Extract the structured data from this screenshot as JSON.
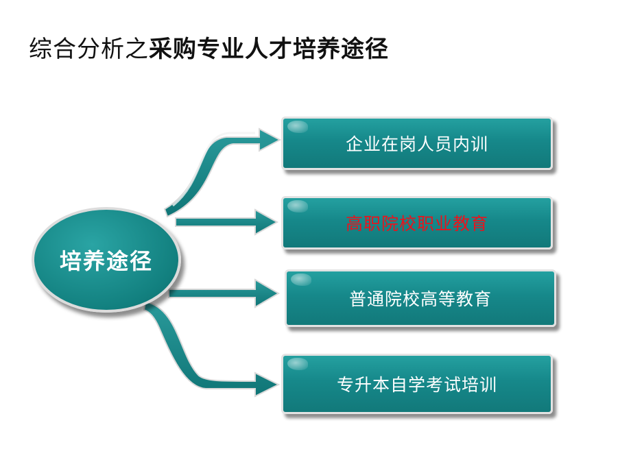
{
  "title": {
    "prefix": "综合分析之",
    "main": "采购专业人才培养途径"
  },
  "hub": {
    "label": "培养途径"
  },
  "paths": [
    {
      "label": "企业在岗人员内训",
      "color": "#ffffff"
    },
    {
      "label": "高职院校职业教育",
      "color": "#e8141d"
    },
    {
      "label": "普通院校高等教育",
      "color": "#ffffff"
    },
    {
      "label": "专升本自学考试培训",
      "color": "#ffffff"
    }
  ],
  "colors": {
    "teal": "#148587",
    "arrow_light": "#e9e9e9",
    "arrow_dark": "#1a8a8b"
  }
}
